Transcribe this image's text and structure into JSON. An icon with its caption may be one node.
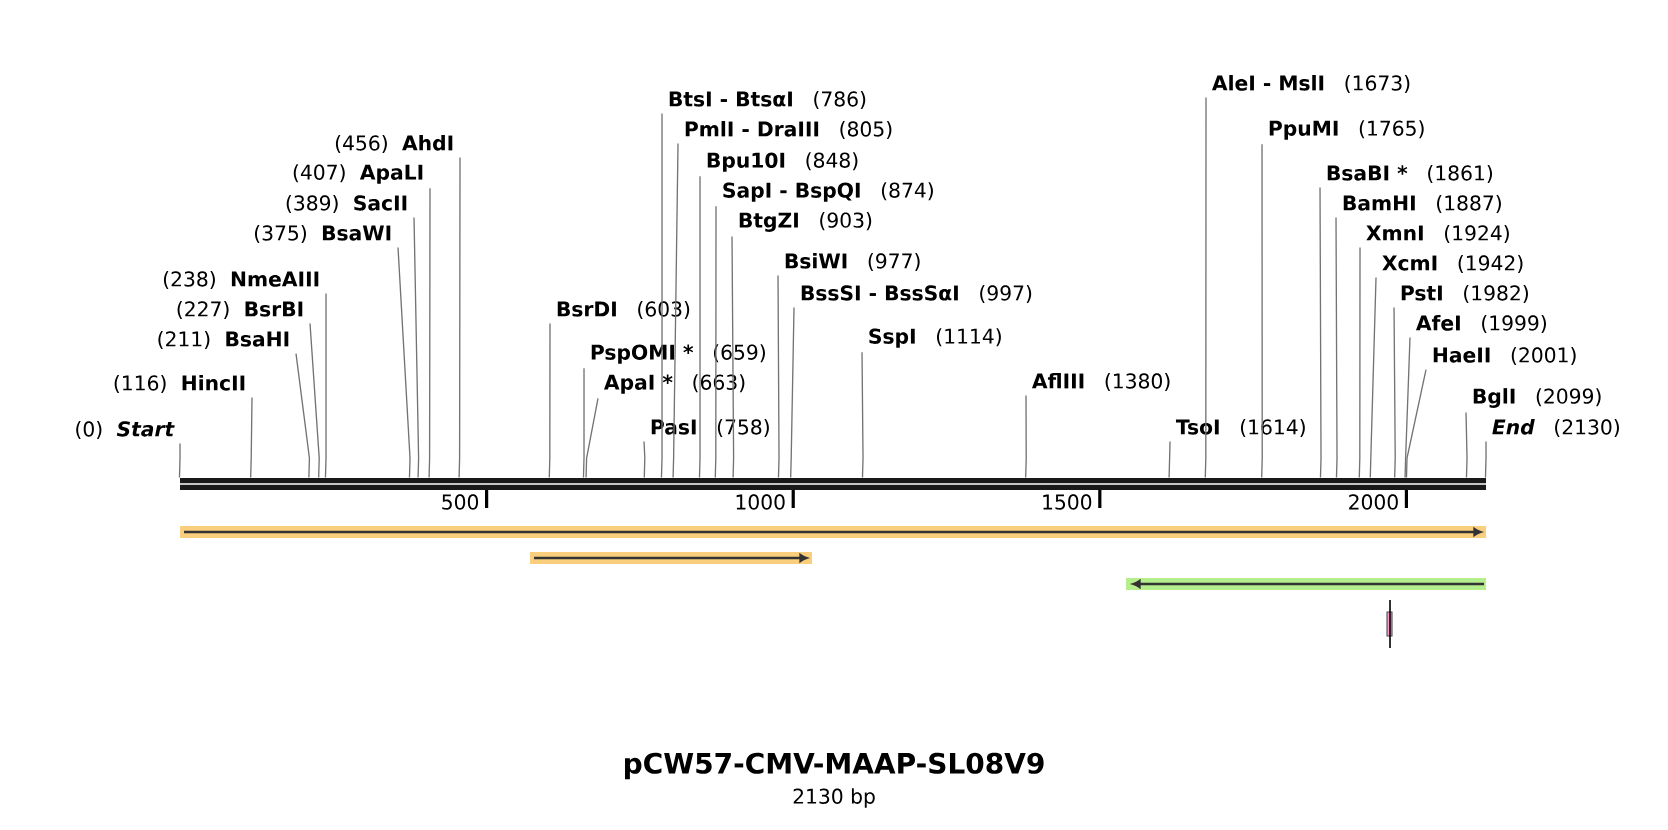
{
  "diagram": {
    "title": "pCW57-CMV-MAAP-SL08V9",
    "nodes": [
      {
        "text": [],
        "shape": "bar"
      },
      {
        "text": [
          "(0)",
          "Start"
        ]
      },
      {
        "text": [
          "(116)",
          "HincII"
        ]
      },
      {
        "text": [
          "(211)",
          "BsaHI"
        ]
      },
      {
        "text": [
          "(227)",
          "BsrBI"
        ]
      },
      {
        "text": [
          "(238)",
          "NmeAIII"
        ]
      },
      {
        "text": [
          "(375)",
          "BsaWI"
        ]
      },
      {
        "text": [
          "(389)",
          "SacII"
        ]
      },
      {
        "text": [
          "(407)",
          "ApaLI"
        ]
      },
      {
        "text": [
          "(456)",
          "AhdI"
        ]
      },
      {
        "text": [
          "BsrDI",
          "(603)"
        ]
      },
      {
        "text": [
          "PspOMI *",
          "(659)"
        ]
      },
      {
        "text": [
          "ApaI *",
          "(663)"
        ]
      },
      {
        "text": [
          "PasI",
          "(758)"
        ]
      },
      {
        "text": [
          "BtsI - BtsαI",
          "(786)"
        ]
      },
      {
        "text": [
          "PmlI - DraIII",
          "(805)"
        ]
      },
      {
        "text": [
          "Bpu10I",
          "(848)"
        ]
      },
      {
        "text": [
          "SapI - BspQI",
          "(874)"
        ]
      },
      {
        "text": [
          "BtgZI",
          "(903)"
        ]
      },
      {
        "text": [
          "BsiWI",
          "(977)"
        ]
      },
      {
        "text": [
          "BssSI - BssSαI",
          "(997)"
        ]
      },
      {
        "text": [
          "SspI",
          "(1114)"
        ]
      },
      {
        "text": [
          "AflIII",
          "(1380)"
        ]
      },
      {
        "text": [
          "TsoI",
          "(1614)"
        ]
      },
      {
        "text": [
          "AleI - MslI",
          "(1673)"
        ]
      },
      {
        "text": [
          "PpuMI",
          "(1765)"
        ]
      },
      {
        "text": [
          "BsaBI *",
          "(1861)"
        ]
      },
      {
        "text": [
          "BamHI",
          "(1887)"
        ]
      },
      {
        "text": [
          "XmnI",
          "(1924)"
        ]
      },
      {
        "text": [
          "XcmI",
          "(1942)"
        ]
      },
      {
        "text": [
          "PstI",
          "(1982)"
        ]
      },
      {
        "text": [
          "AfeI",
          "(1999)"
        ]
      },
      {
        "text": [
          "HaeII",
          "(2001)"
        ]
      },
      {
        "text": [
          "BglI",
          "(2099)"
        ]
      },
      {
        "text": [
          "End",
          "(2130)"
        ]
      }
    ],
    "edges": [
      {
        "from": 1,
        "to": 0,
        "arrow": "none"
      },
      {
        "from": 2,
        "to": 0,
        "arrow": "none"
      },
      {
        "from": 3,
        "to": 0,
        "arrow": "none"
      },
      {
        "from": 4,
        "to": 0,
        "arrow": "none"
      },
      {
        "from": 5,
        "to": 0,
        "arrow": "none"
      },
      {
        "from": 6,
        "to": 0,
        "arrow": "none"
      },
      {
        "from": 7,
        "to": 0,
        "arrow": "none"
      },
      {
        "from": 8,
        "to": 0,
        "arrow": "none"
      },
      {
        "from": 9,
        "to": 0,
        "arrow": "none"
      },
      {
        "from": 10,
        "to": 0,
        "arrow": "none"
      },
      {
        "from": 11,
        "to": 0,
        "arrow": "none"
      },
      {
        "from": 12,
        "to": 0,
        "arrow": "none"
      },
      {
        "from": 13,
        "to": 0,
        "arrow": "none"
      },
      {
        "from": 14,
        "to": 0,
        "arrow": "none"
      },
      {
        "from": 15,
        "to": 0,
        "arrow": "none"
      },
      {
        "from": 16,
        "to": 0,
        "arrow": "none"
      },
      {
        "from": 17,
        "to": 0,
        "arrow": "none"
      },
      {
        "from": 18,
        "to": 0,
        "arrow": "none"
      },
      {
        "from": 19,
        "to": 0,
        "arrow": "none"
      },
      {
        "from": 20,
        "to": 0,
        "arrow": "none"
      },
      {
        "from": 21,
        "to": 0,
        "arrow": "none"
      },
      {
        "from": 22,
        "to": 0,
        "arrow": "none"
      },
      {
        "from": 23,
        "to": 0,
        "arrow": "none"
      },
      {
        "from": 24,
        "to": 0,
        "arrow": "none"
      },
      {
        "from": 25,
        "to": 0,
        "arrow": "none"
      },
      {
        "from": 26,
        "to": 0,
        "arrow": "none"
      },
      {
        "from": 27,
        "to": 0,
        "arrow": "none"
      },
      {
        "from": 28,
        "to": 0,
        "arrow": "none"
      },
      {
        "from": 29,
        "to": 0,
        "arrow": "none"
      },
      {
        "from": 30,
        "to": 0,
        "arrow": "none"
      },
      {
        "from": 31,
        "to": 0,
        "arrow": "none"
      },
      {
        "from": 32,
        "to": 0,
        "arrow": "none"
      },
      {
        "from": 33,
        "to": 0,
        "arrow": "none"
      },
      {
        "from": 34,
        "to": 0,
        "arrow": "none"
      }
    ],
    "labels": [
      "500",
      "1000",
      "1500",
      "2000",
      "2130 bp"
    ]
  }
}
